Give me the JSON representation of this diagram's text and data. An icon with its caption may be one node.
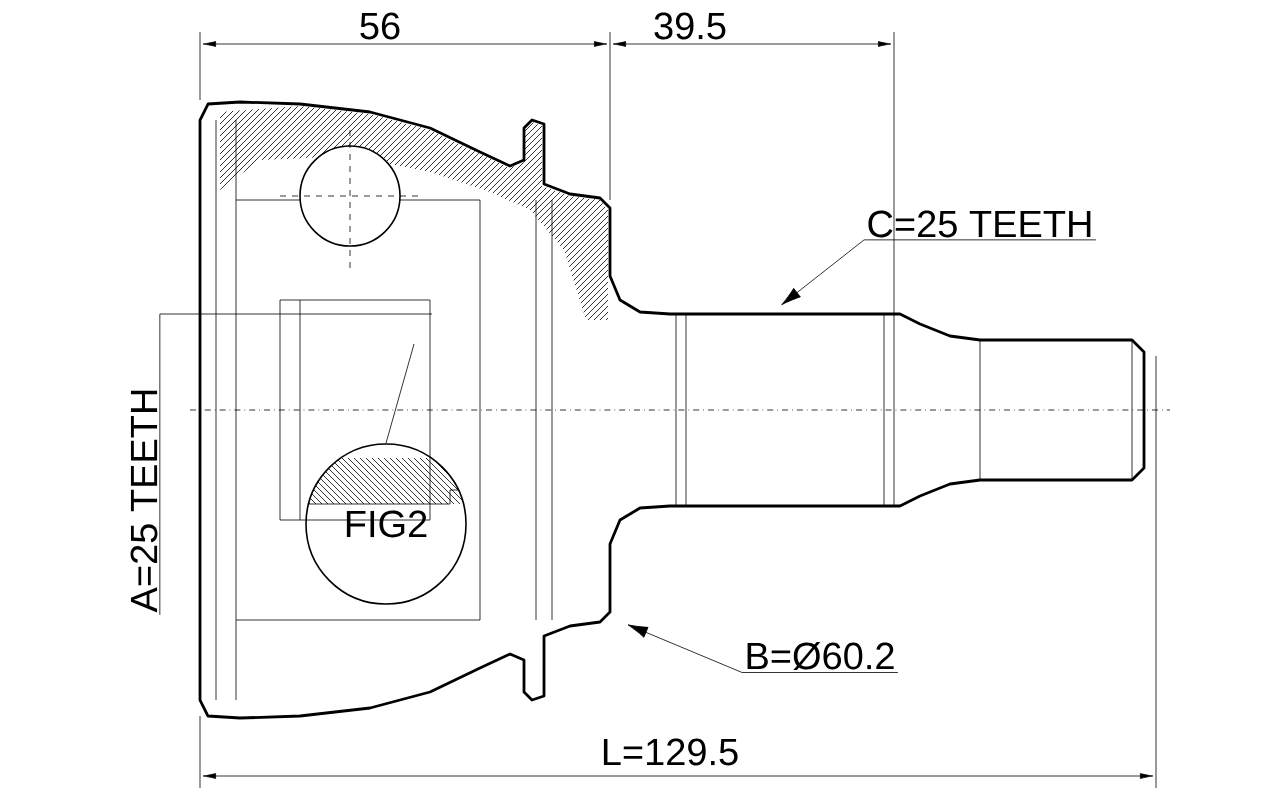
{
  "diagram": {
    "nodes": [
      {
        "text": [
          "C=25 TEETH"
        ]
      },
      {
        "text": [
          "A=25 TEETH"
        ]
      },
      {
        "text": [
          "FIG2"
        ]
      },
      {
        "text": [
          "B=Ø60.2"
        ]
      }
    ],
    "edges": [
      {
        "from": 0,
        "to": null,
        "arrow": "to"
      },
      {
        "from": 1,
        "to": null,
        "arrow": "none"
      },
      {
        "from": 2,
        "to": null,
        "arrow": "none"
      },
      {
        "from": 3,
        "to": null,
        "arrow": "to"
      }
    ],
    "labels": [
      "56",
      "39.5",
      "L=129.5"
    ]
  }
}
